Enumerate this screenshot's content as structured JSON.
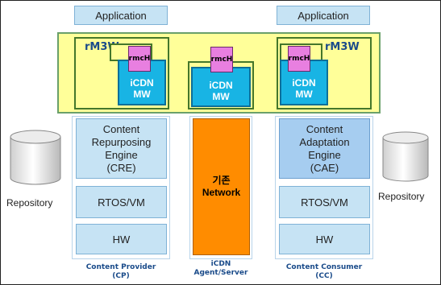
{
  "app_top_left": "Application",
  "app_top_right": "Application",
  "rm3w_left": "rM3W",
  "rm3w_right": "rM3W",
  "rmch": [
    "rmcH",
    "rmcH",
    "rmcH"
  ],
  "mw_left": [
    "iCDN",
    "MW"
  ],
  "mw_center": [
    "iCDN",
    "MW"
  ],
  "mw_right": [
    "iCDN",
    "MW"
  ],
  "cre": [
    "Content",
    "Repurposing",
    "Engine",
    "(CRE)"
  ],
  "cae": [
    "Content",
    "Adaptation",
    "Engine",
    "(CAE)"
  ],
  "rtos_left": "RTOS/VM",
  "rtos_right": "RTOS/VM",
  "hw_left": "HW",
  "hw_right": "HW",
  "network": [
    "기존",
    "Network"
  ],
  "repo_left": "Repository",
  "repo_right": "Repository",
  "cap_left": [
    "Content Provider",
    "(CP)"
  ],
  "cap_center": [
    "iCDN",
    "Agent/Server"
  ],
  "cap_right": [
    "Content Consumer",
    "(CC)"
  ],
  "colors": {
    "light_blue": "#c6e3f4",
    "cae_blue": "#a6cdf0",
    "yellow": "#ffff99",
    "mw_blue": "#18b4e4",
    "rmch_pink": "#e87fe0",
    "network_orange": "#ff8c00",
    "caption_blue": "#1a4b8a"
  }
}
